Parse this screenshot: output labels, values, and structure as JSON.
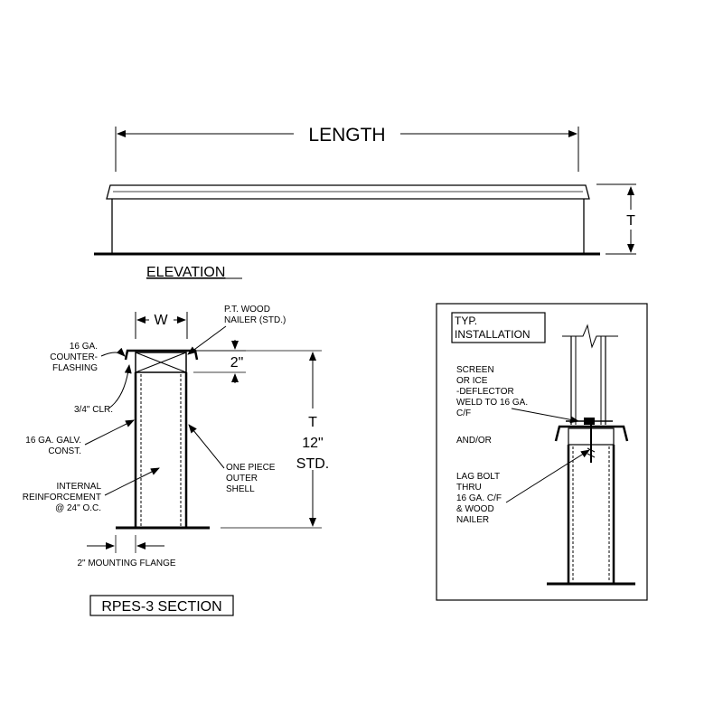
{
  "elevation": {
    "length_label": "LENGTH",
    "height_label": "T",
    "title": "ELEVATION"
  },
  "section": {
    "width_label": "W",
    "dim_2in": "2\"",
    "height_dim": [
      "T",
      "12\"",
      "STD."
    ],
    "nailer_note": [
      "P.T. WOOD",
      "NAILER (STD.)"
    ],
    "counterflashing_note": [
      "16 GA.",
      "COUNTER-",
      "FLASHING"
    ],
    "clearance_note": "3/4\" CLR.",
    "galv_note": [
      "16 GA. GALV.",
      "CONST."
    ],
    "shell_note": [
      "ONE PIECE",
      "OUTER",
      "SHELL"
    ],
    "reinforcement_note": [
      "INTERNAL",
      "REINFORCEMENT",
      "@ 24\" O.C."
    ],
    "flange_note": "2\" MOUNTING FLANGE",
    "title": "RPES-3 SECTION"
  },
  "installation": {
    "title": [
      "TYP.",
      "INSTALLATION"
    ],
    "screen_note": [
      "SCREEN",
      "OR ICE",
      "-DEFLECTOR",
      "WELD TO 16 GA.",
      "C/F"
    ],
    "andor_note": "AND/OR",
    "lag_note": [
      "LAG BOLT",
      "THRU",
      "16 GA. C/F",
      "& WOOD",
      "NAILER"
    ]
  }
}
